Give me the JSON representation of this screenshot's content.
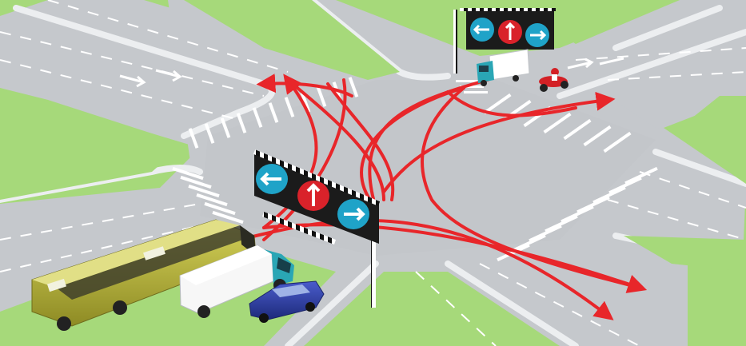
{
  "scene": {
    "colors": {
      "grass": "#a6d97a",
      "road": "#c5c8cc",
      "curb": "#e8eaec",
      "marking": "#ffffff",
      "arrow": "#e8262a",
      "sign_face": "#1b1b1b",
      "sign_blue": "#1fa3c8",
      "sign_red": "#d9222a",
      "bus": "#b7b43a",
      "truck_cab": "#2aa6b5",
      "car": "#2f3fa8",
      "moto": "#d32025"
    },
    "signs": [
      {
        "id": "near",
        "lights": [
          "left-arrow-icon",
          "up-arrow-icon",
          "right-arrow-icon"
        ],
        "colors": [
          "blue",
          "red",
          "blue"
        ]
      },
      {
        "id": "far",
        "lights": [
          "left-arrow-icon",
          "up-arrow-icon",
          "right-arrow-icon"
        ],
        "colors": [
          "blue",
          "red",
          "blue"
        ]
      }
    ],
    "vehicles": [
      "bus",
      "truck",
      "car",
      "truck-far",
      "motorcycle"
    ]
  }
}
